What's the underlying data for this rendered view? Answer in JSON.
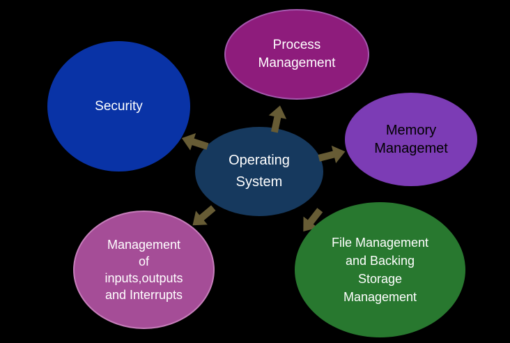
{
  "canvas": {
    "background": "#000000"
  },
  "nodes": {
    "center": {
      "lines": [
        "Operating",
        "System"
      ],
      "fill": "#16395E",
      "text_color": "#FFFFFF"
    },
    "security": {
      "lines": [
        "Security"
      ],
      "fill": "#0933A6",
      "text_color": "#FFFFFF"
    },
    "process": {
      "lines": [
        "Process",
        "Management"
      ],
      "fill": "#8E1C7C",
      "border": "#A558AE",
      "text_color": "#FFFFFF"
    },
    "memory": {
      "lines": [
        "Memory",
        "Managemet"
      ],
      "fill": "#7C3CB5",
      "text_color": "#000000"
    },
    "io": {
      "lines": [
        "Management",
        "of",
        "inputs,outputs",
        "and Interrupts"
      ],
      "fill": "#A54D97",
      "border": "#C77EBB",
      "text_color": "#FFFFFF"
    },
    "file": {
      "lines": [
        "File Management",
        "and Backing",
        "Storage",
        "Management"
      ],
      "fill": "#28782F",
      "text_color": "#FFFFFF"
    }
  },
  "arrows": {
    "color": "#675C35",
    "items": [
      {
        "name": "arrow-center-to-process",
        "direction": "up"
      },
      {
        "name": "arrow-center-to-security",
        "direction": "upper-left"
      },
      {
        "name": "arrow-center-to-memory",
        "direction": "right"
      },
      {
        "name": "arrow-center-to-io",
        "direction": "lower-left"
      },
      {
        "name": "arrow-center-to-file",
        "direction": "lower-right"
      }
    ]
  }
}
